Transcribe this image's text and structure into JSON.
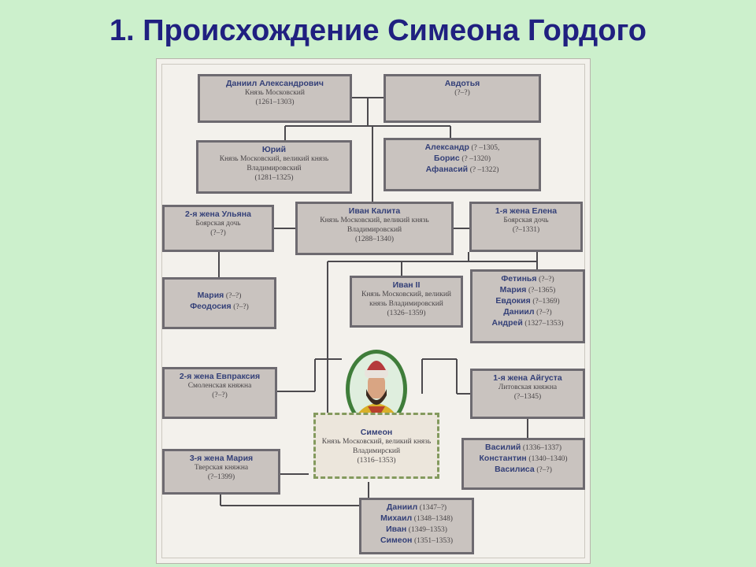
{
  "title": "1. Происхождение Симеона Гордого",
  "tree": {
    "daniil": {
      "name": "Даниил Александрович",
      "desc": "Князь Московский",
      "years": "(1261–1303)"
    },
    "avdotya": {
      "name": "Авдотья",
      "years": "(?–?)"
    },
    "yuri": {
      "name": "Юрий",
      "desc": "Князь Московский, великий князь Владимировский",
      "years": "(1281–1325)"
    },
    "brothers": [
      {
        "name": "Александр",
        "years": "(? –1305,"
      },
      {
        "name": "Борис",
        "years": "(? –1320)"
      },
      {
        "name": "Афанасий",
        "years": "(? –1322)"
      }
    ],
    "ulyana": {
      "name": "2-я жена Ульяна",
      "desc": "Боярская дочь",
      "years": "(?–?)"
    },
    "kalita": {
      "name": "Иван Калита",
      "desc": "Князь Московский, великий князь Владимировский",
      "years": "(1288–1340)"
    },
    "elena": {
      "name": "1-я жена Елена",
      "desc": "Боярская дочь",
      "years": "(?–1331)"
    },
    "daughters_ulyana": [
      {
        "name": "Мария",
        "years": "(?–?)"
      },
      {
        "name": "Феодосия",
        "years": "(?–?)"
      }
    ],
    "ivan2": {
      "name": "Иван II",
      "desc": "Князь Московский, великий князь Владимировский",
      "years": "(1326–1359)"
    },
    "children_elena": [
      {
        "name": "Фетинья",
        "years": "(?–?)"
      },
      {
        "name": "Мария",
        "years": "(?–1365)"
      },
      {
        "name": "Евдокия",
        "years": "(?–1369)"
      },
      {
        "name": "Даниил",
        "years": "(?–?)"
      },
      {
        "name": "Андрей",
        "years": "(1327–1353)"
      }
    ],
    "evpraksia": {
      "name": "2-я жена Евпраксия",
      "desc": "Смоленская княжна",
      "years": "(?–?)"
    },
    "aigusta": {
      "name": "1-я жена Айгуста",
      "desc": "Литовская княжна",
      "years": "(?–1345)"
    },
    "simeon": {
      "name": "Симеон",
      "desc": "Князь Московский, великий князь Владимирский",
      "years": "(1316–1353)"
    },
    "maria3": {
      "name": "3-я жена Мария",
      "desc": "Тверская княжна",
      "years": "(?–1399)"
    },
    "children_aigusta": [
      {
        "name": "Василий",
        "years": "(1336–1337)"
      },
      {
        "name": "Константин",
        "years": "(1340–1340)"
      },
      {
        "name": "Василиса",
        "years": "(?–?)"
      }
    ],
    "children_maria": [
      {
        "name": "Даниил",
        "years": "(1347–?)"
      },
      {
        "name": "Михаил",
        "years": "(1348–1348)"
      },
      {
        "name": "Иван",
        "years": "(1349–1353)"
      },
      {
        "name": "Симеон",
        "years": "(1351–1353)"
      }
    ]
  },
  "colors": {
    "background": "#ccf0cc",
    "title": "#202080",
    "box_fill": "#c9c3bf",
    "box_border": "#6d6a70",
    "name_text": "#344078"
  }
}
